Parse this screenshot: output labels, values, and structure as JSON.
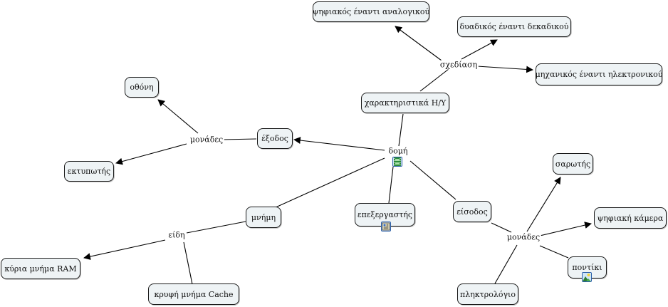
{
  "diagram": {
    "type": "concept-map",
    "concepts": {
      "psifiakos": "ψηφιακός έναντι αναλογικού",
      "dyadikos": "δυαδικός έναντι δεκαδικού",
      "mixanikos": "μηχανικός έναντι ηλεκτρονικού",
      "xaraktiristika": "χαρακτηριστικά Η/Υ",
      "othoni": "οθόνη",
      "exodos": "έξοδος",
      "ektypotis": "εκτυπωτής",
      "epexergastis": "επεξεργαστής",
      "eisodos": "είσοδος",
      "sarotis": "σαρωτής",
      "kamera": "ψηφιακή κάμερα",
      "pontiki": "ποντίκι",
      "pliktrologio": "πληκτρολόγιο",
      "mnimi": "μνήμη",
      "ram": "κύρια μνήμα RAM",
      "cache": "κρυφή μνήμα Cache"
    },
    "linking_phrases": {
      "sxediasi": "σχεδίαση",
      "domi": "δομή",
      "monades_out": "μονάδες",
      "monades_in": "μονάδες",
      "eidi": "είδη"
    },
    "resource_icons": {
      "domi": "video-icon",
      "epexergastis": "document-icon",
      "pontiki": "image-icon"
    }
  }
}
